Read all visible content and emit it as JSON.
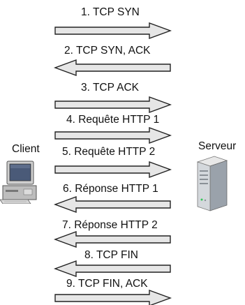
{
  "actors": {
    "client": {
      "label": "Client",
      "icon": "computer-icon"
    },
    "server": {
      "label": "Serveur",
      "icon": "server-icon"
    }
  },
  "messages": [
    {
      "label": "1. TCP SYN",
      "direction": "right"
    },
    {
      "label": "2. TCP SYN, ACK",
      "direction": "left"
    },
    {
      "label": "3. TCP ACK",
      "direction": "right"
    },
    {
      "label": "4. Requête HTTP 1",
      "direction": "right"
    },
    {
      "label": "5. Requête HTTP 2",
      "direction": "right"
    },
    {
      "label": "6. Réponse HTTP 1",
      "direction": "left"
    },
    {
      "label": "7. Réponse HTTP 2",
      "direction": "left"
    },
    {
      "label": "8. TCP FIN",
      "direction": "left"
    },
    {
      "label": "9. TCP FIN, ACK",
      "direction": "right"
    }
  ],
  "colors": {
    "arrow_fill": "#e6e6e6",
    "arrow_stroke": "#222222",
    "text": "#111111"
  }
}
